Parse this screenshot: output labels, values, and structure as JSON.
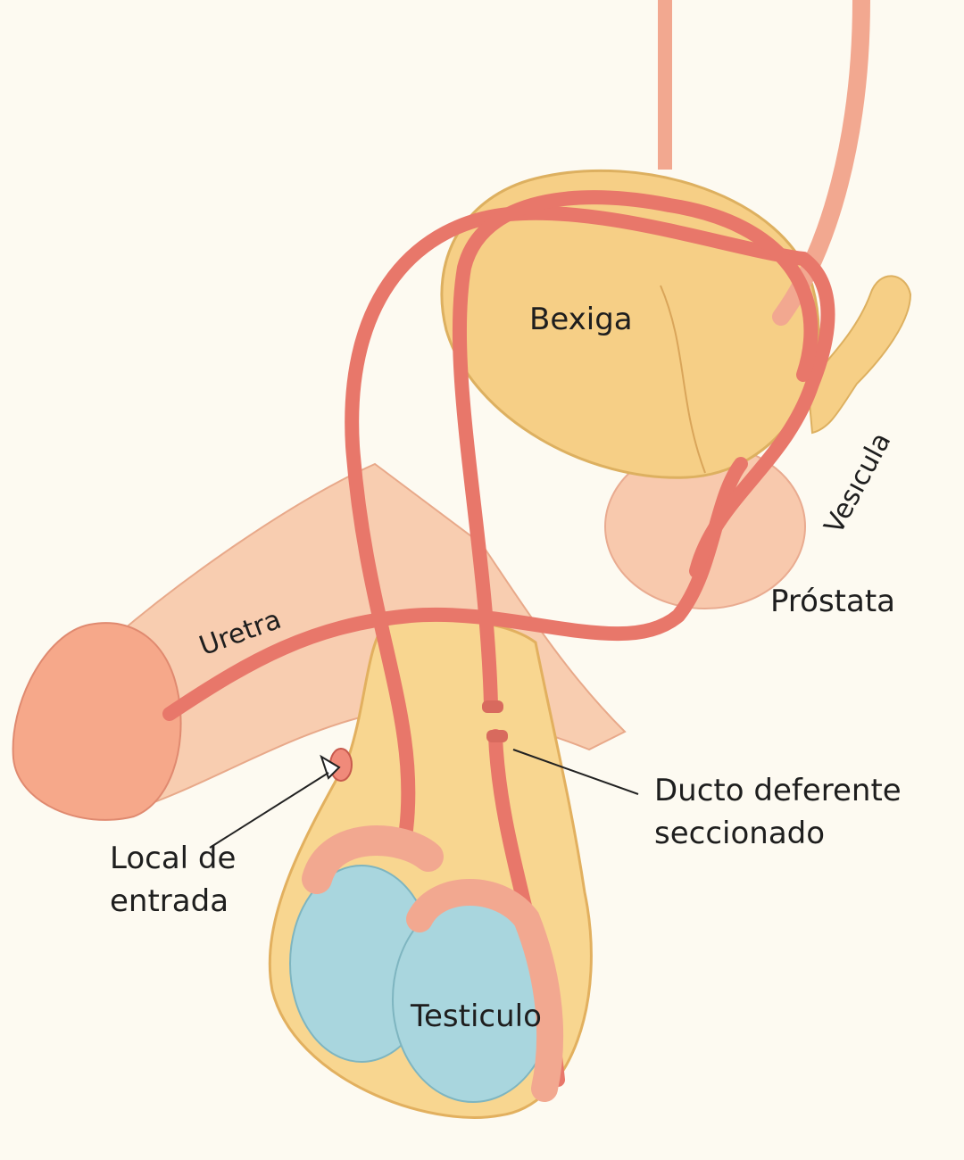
{
  "labels": {
    "bladder": "Bexiga",
    "seminal_vesicle": "Vesıcula",
    "prostate": "Próstata",
    "urethra": "Uretra",
    "vas_deferens_line1": "Ducto deferente",
    "vas_deferens_line2": "seccionado",
    "entry_site_line1": "Local de",
    "entry_site_line2": "entrada",
    "testicle": "Testiculo"
  },
  "colors": {
    "background": "#fdfaf1",
    "bladder": "#f6cf86",
    "skin": "#f8c9a8",
    "duct": "#e8776a",
    "testicle": "#a9d6de",
    "scrotum": "#f8d690"
  }
}
